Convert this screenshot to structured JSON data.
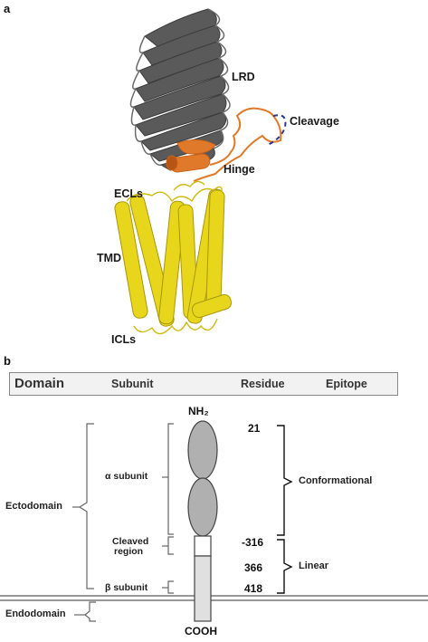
{
  "panel_a": {
    "label": "a",
    "labels": {
      "lrd": "LRD",
      "cleavage": "Cleavage",
      "hinge": "Hinge",
      "ecls": "ECLs",
      "tmd": "TMD",
      "icls": "ICLs"
    },
    "colors": {
      "lrd": "#4a4a4a",
      "hinge": "#e07a2a",
      "tmd": "#e8d61c",
      "cleavage_dash": "#2b3a8c"
    }
  },
  "panel_b": {
    "label": "b",
    "header": {
      "domain": "Domain",
      "subunit": "Subunit",
      "residue": "Residue",
      "epitope": "Epitope"
    },
    "domains": {
      "ectodomain": "Ectodomain",
      "endodomain": "Endodomain"
    },
    "subunits": {
      "alpha": "α subunit",
      "cleaved_line1": "Cleaved",
      "cleaved_line2": "region",
      "beta": "β subunit"
    },
    "termini": {
      "n": "NH₂",
      "c": "COOH"
    },
    "residues": [
      "21",
      "-316",
      "366",
      "418"
    ],
    "epitopes": {
      "conformational": "Conformational",
      "linear": "Linear"
    },
    "colors": {
      "alpha_fill": "#b0b0b0",
      "beta_fill": "#e0e0e0",
      "membrane": "#999999"
    }
  }
}
